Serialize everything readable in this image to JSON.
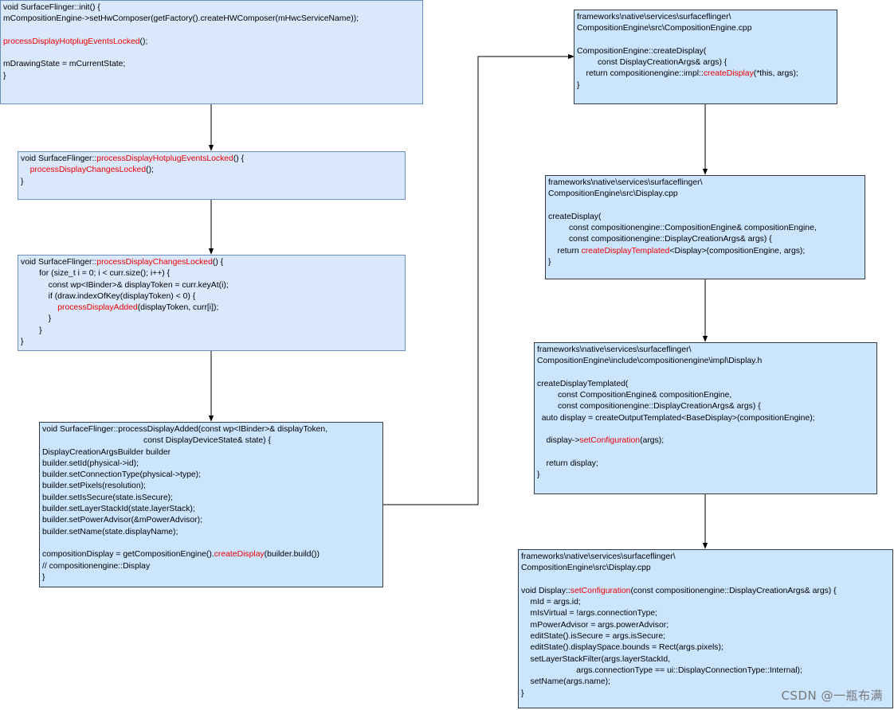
{
  "colors": {
    "highlight": "#ee0000",
    "box_fill_light": "#dae8fc",
    "box_fill": "#cce5ff",
    "arrow": "#000000"
  },
  "boxes": {
    "init": {
      "lines": [
        [
          {
            "t": "void SurfaceFlinger::init() {"
          }
        ],
        [
          {
            "t": "mCompositionEngine->setHwComposer(getFactory().createHWComposer(mHwcServiceName));"
          }
        ],
        [
          {
            "t": ""
          }
        ],
        [
          {
            "t": "processDisplayHotplugEventsLocked",
            "hl": true
          },
          {
            "t": "();"
          }
        ],
        [
          {
            "t": ""
          }
        ],
        [
          {
            "t": "mDrawingState = mCurrentState;"
          }
        ],
        [
          {
            "t": "}"
          }
        ]
      ]
    },
    "hotplug": {
      "lines": [
        [
          {
            "t": "void SurfaceFlinger::"
          },
          {
            "t": "processDisplayHotplugEventsLocked",
            "hl": true
          },
          {
            "t": "() {"
          }
        ],
        [
          {
            "t": "    "
          },
          {
            "t": "processDisplayChangesLocked",
            "hl": true
          },
          {
            "t": "();"
          }
        ],
        [
          {
            "t": "}"
          }
        ]
      ]
    },
    "changes": {
      "lines": [
        [
          {
            "t": "void SurfaceFlinger::"
          },
          {
            "t": "processDisplayChangesLocked",
            "hl": true
          },
          {
            "t": "() {"
          }
        ],
        [
          {
            "t": "        for (size_t i = 0; i < curr.size(); i++) {"
          }
        ],
        [
          {
            "t": "            const wp<IBinder>& displayToken = curr.keyAt(i);"
          }
        ],
        [
          {
            "t": "            if (draw.indexOfKey(displayToken) < 0) {"
          }
        ],
        [
          {
            "t": "                "
          },
          {
            "t": "processDisplayAdded",
            "hl": true
          },
          {
            "t": "(displayToken, curr[i]);"
          }
        ],
        [
          {
            "t": "            }"
          }
        ],
        [
          {
            "t": "        }"
          }
        ],
        [
          {
            "t": "}"
          }
        ]
      ]
    },
    "added": {
      "lines": [
        [
          {
            "t": "void SurfaceFlinger::processDisplayAdded(const wp<IBinder>& displayToken,"
          }
        ],
        [
          {
            "t": "                                            const DisplayDeviceState& state) {"
          }
        ],
        [
          {
            "t": "DisplayCreationArgsBuilder builder"
          }
        ],
        [
          {
            "t": "builder.setId(physical->id);"
          }
        ],
        [
          {
            "t": "builder.setConnectionType(physical->type);"
          }
        ],
        [
          {
            "t": "builder.setPixels(resolution);"
          }
        ],
        [
          {
            "t": "builder.setIsSecure(state.isSecure);"
          }
        ],
        [
          {
            "t": "builder.setLayerStackId(state.layerStack);"
          }
        ],
        [
          {
            "t": "builder.setPowerAdvisor(&mPowerAdvisor);"
          }
        ],
        [
          {
            "t": "builder.setName(state.displayName);"
          }
        ],
        [
          {
            "t": ""
          }
        ],
        [
          {
            "t": "compositionDisplay = getCompositionEngine()."
          },
          {
            "t": "createDisplay",
            "hl": true
          },
          {
            "t": "(builder.build())"
          }
        ],
        [
          {
            "t": "// compositionengine::Display"
          }
        ],
        [
          {
            "t": "}"
          }
        ]
      ]
    },
    "ce_create": {
      "lines": [
        [
          {
            "t": "frameworks\\native\\services\\surfaceflinger\\"
          }
        ],
        [
          {
            "t": "CompositionEngine\\src\\CompositionEngine.cpp"
          }
        ],
        [
          {
            "t": ""
          }
        ],
        [
          {
            "t": "CompositionEngine::createDisplay("
          }
        ],
        [
          {
            "t": "         const DisplayCreationArgs& args) {"
          }
        ],
        [
          {
            "t": "    return compositionengine::impl::"
          },
          {
            "t": "createDisplay",
            "hl": true
          },
          {
            "t": "(*this, args);"
          }
        ],
        [
          {
            "t": "}"
          }
        ]
      ]
    },
    "display_create": {
      "lines": [
        [
          {
            "t": "frameworks\\native\\services\\surfaceflinger\\"
          }
        ],
        [
          {
            "t": "CompositionEngine\\src\\Display.cpp"
          }
        ],
        [
          {
            "t": ""
          }
        ],
        [
          {
            "t": "createDisplay("
          }
        ],
        [
          {
            "t": "         const compositionengine::CompositionEngine& compositionEngine,"
          }
        ],
        [
          {
            "t": "         const compositionengine::DisplayCreationArgs& args) {"
          }
        ],
        [
          {
            "t": "    return "
          },
          {
            "t": "createDisplayTemplated",
            "hl": true
          },
          {
            "t": "<Display>(compositionEngine, args);"
          }
        ],
        [
          {
            "t": "}"
          }
        ]
      ]
    },
    "templated": {
      "lines": [
        [
          {
            "t": "frameworks\\native\\services\\surfaceflinger\\"
          }
        ],
        [
          {
            "t": "CompositionEngine\\include\\compositionengine\\impl\\Display.h"
          }
        ],
        [
          {
            "t": ""
          }
        ],
        [
          {
            "t": "createDisplayTemplated("
          }
        ],
        [
          {
            "t": "         const CompositionEngine& compositionEngine,"
          }
        ],
        [
          {
            "t": "         const compositionengine::DisplayCreationArgs& args) {"
          }
        ],
        [
          {
            "t": "  auto display = createOutputTemplated<BaseDisplay>(compositionEngine);"
          }
        ],
        [
          {
            "t": ""
          }
        ],
        [
          {
            "t": "    display->"
          },
          {
            "t": "setConfiguration",
            "hl": true
          },
          {
            "t": "(args);"
          }
        ],
        [
          {
            "t": ""
          }
        ],
        [
          {
            "t": "    return display;"
          }
        ],
        [
          {
            "t": "}"
          }
        ]
      ]
    },
    "set_config": {
      "lines": [
        [
          {
            "t": "frameworks\\native\\services\\surfaceflinger\\"
          }
        ],
        [
          {
            "t": "CompositionEngine\\src\\Display.cpp"
          }
        ],
        [
          {
            "t": ""
          }
        ],
        [
          {
            "t": "void Display::"
          },
          {
            "t": "setConfiguration",
            "hl": true
          },
          {
            "t": "(const compositionengine::DisplayCreationArgs& args) {"
          }
        ],
        [
          {
            "t": "    mId = args.id;"
          }
        ],
        [
          {
            "t": "    mIsVirtual = !args.connectionType;"
          }
        ],
        [
          {
            "t": "    mPowerAdvisor = args.powerAdvisor;"
          }
        ],
        [
          {
            "t": "    editState().isSecure = args.isSecure;"
          }
        ],
        [
          {
            "t": "    editState().displaySpace.bounds = Rect(args.pixels);"
          }
        ],
        [
          {
            "t": "    setLayerStackFilter(args.layerStackId,"
          }
        ],
        [
          {
            "t": "                        args.connectionType == ui::DisplayConnectionType::Internal);"
          }
        ],
        [
          {
            "t": "    setName(args.name);"
          }
        ],
        [
          {
            "t": "}"
          }
        ]
      ]
    }
  },
  "watermark": {
    "text": "CSDN @一瓶布满"
  }
}
